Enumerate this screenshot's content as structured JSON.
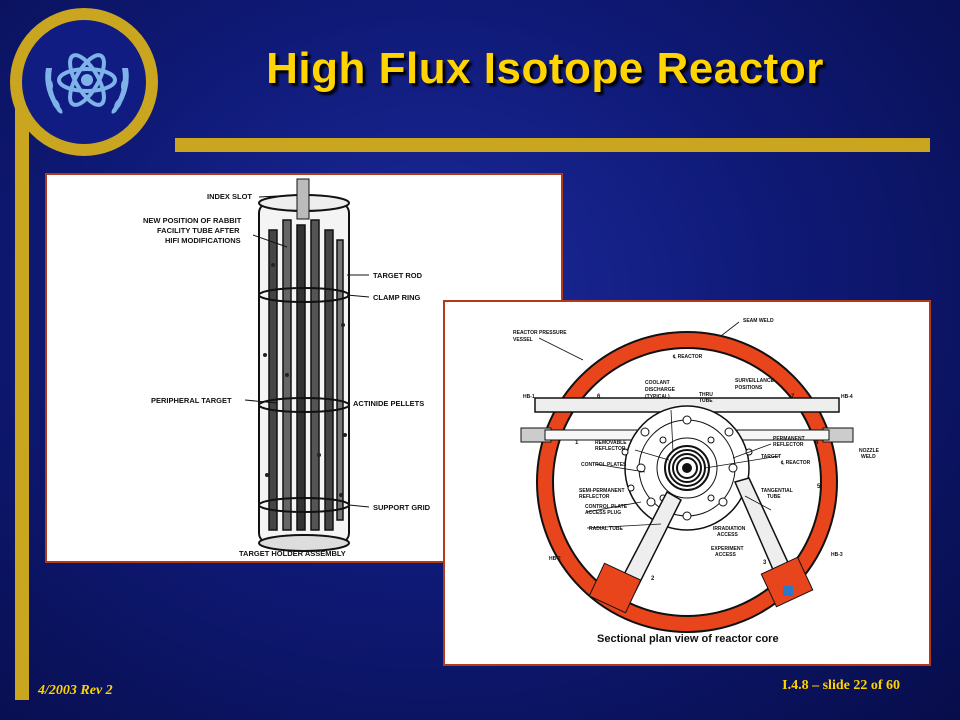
{
  "slide": {
    "title": "High Flux Isotope Reactor",
    "footer_left": "4/2003 Rev 2",
    "footer_right": "I.4.8 – slide 22 of 60"
  },
  "colors": {
    "accent_gold": "#c9a520",
    "title_yellow": "#ffd400",
    "reactor_orange": "#e8451c"
  },
  "logo": {
    "icon": "atom-laurel-icon"
  },
  "diagram_left": {
    "labels": {
      "index_slot": "INDEX SLOT",
      "rabbit_1": "NEW POSITION OF RABBIT",
      "rabbit_2": "FACILITY TUBE AFTER",
      "rabbit_3": "HIFI MODIFICATIONS",
      "target_rod": "TARGET ROD",
      "clamp_ring": "CLAMP RING",
      "peripheral_target": "PERIPHERAL TARGET",
      "actinide_pellets": "ACTINIDE PELLETS",
      "support_grid": "SUPPORT GRID",
      "caption": "TARGET HOLDER ASSEMBLY"
    }
  },
  "diagram_right": {
    "labels": {
      "seam_weld": "SEAM WELD",
      "rpv_1": "REACTOR PRESSURE",
      "rpv_2": "VESSEL",
      "cl_reactor": "℄ REACTOR",
      "coolant_1": "COOLANT",
      "coolant_2": "DISCHARGE",
      "coolant_3": "(TYPICAL)",
      "surv_1": "SURVEILLANCE",
      "surv_2": "POSITIONS",
      "thru_1": "THRU",
      "thru_2": "TUBE",
      "hb1": "HB-1",
      "hb2": "HB-2",
      "hb3": "HB-3",
      "hb4": "HB-4",
      "n1": "1",
      "n2": "2",
      "n3": "3",
      "n4": "4",
      "n5": "5",
      "n6": "6",
      "n7": "7",
      "removable_1": "REMOVABLE",
      "removable_2": "REFLECTOR",
      "control_plates": "CONTROL PLATES",
      "permanent_1": "PERMANENT",
      "permanent_2": "REFLECTOR",
      "target": "TARGET",
      "cl_reactor2": "℄ REACTOR",
      "nozzle_1": "NOZZLE",
      "nozzle_2": "WELD",
      "semi_1": "SEMI-PERMANENT",
      "semi_2": "REFLECTOR",
      "cpap_1": "CONTROL PLATE",
      "cpap_2": "ACCESS PLUG",
      "tangential_1": "TANGENTIAL",
      "tangential_2": "TUBE",
      "radial_tube": "RADIAL TUBE",
      "irr_1": "IRRADIATION",
      "irr_2": "ACCESS",
      "exp_1": "EXPERIMENT",
      "exp_2": "ACCESS",
      "caption": "Sectional plan view of reactor core"
    }
  }
}
